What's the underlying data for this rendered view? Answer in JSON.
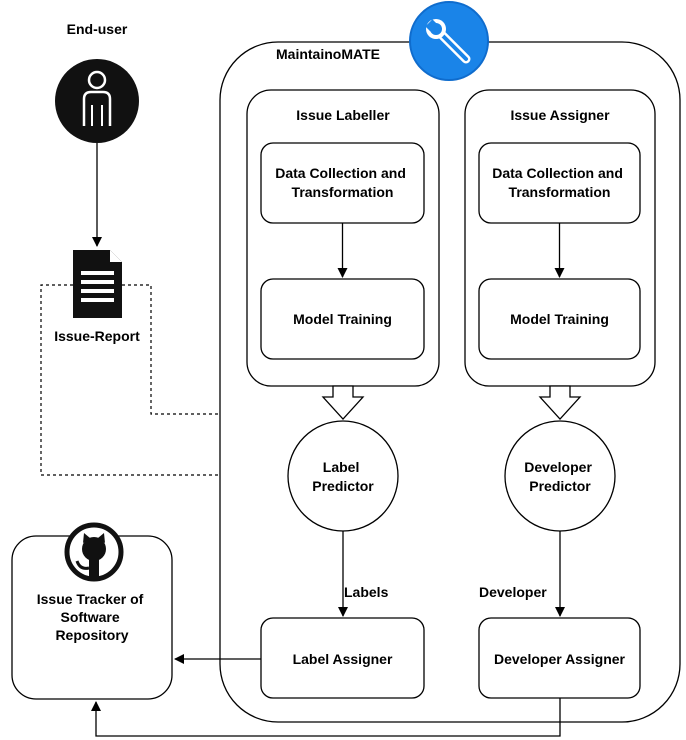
{
  "end_user": {
    "label": "End-user"
  },
  "issue_report": {
    "label": "Issue-Report"
  },
  "container": {
    "title": "MaintainoMATE",
    "badge_icon": "wrench-icon",
    "badge_color": "#1a84e8"
  },
  "issue_labeller": {
    "title": "Issue Labeller",
    "data_collection": [
      "Data Collection and",
      "Transformation"
    ],
    "model_training": "Model Training"
  },
  "issue_assigner": {
    "title": "Issue Assigner",
    "data_collection": [
      "Data Collection and",
      "Transformation"
    ],
    "model_training": "Model Training"
  },
  "label_predictor": [
    "Label",
    "Predictor"
  ],
  "developer_predictor": [
    "Developer",
    "Predictor"
  ],
  "edge_labels": {
    "labels": "Labels",
    "developer": "Developer"
  },
  "label_assigner": "Label Assigner",
  "developer_assigner": "Developer Assigner",
  "issue_tracker": {
    "lines": [
      "Issue Tracker of",
      "Software",
      "Repository"
    ],
    "icon": "github-icon"
  }
}
